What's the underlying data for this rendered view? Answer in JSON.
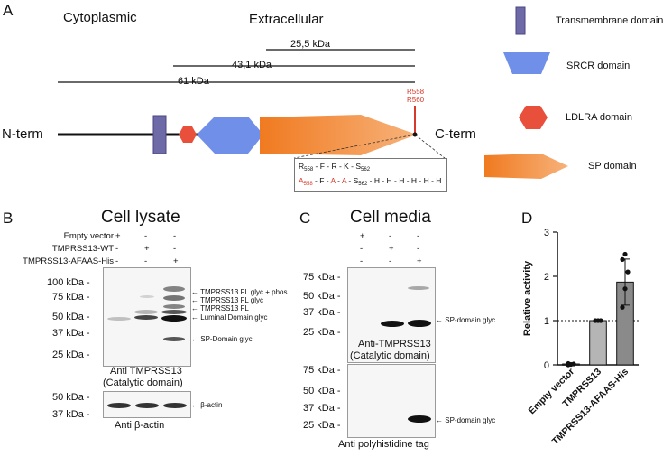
{
  "panelA": {
    "letter": "A",
    "cytoplasmic": "Cytoplasmic",
    "extracellular": "Extracellular",
    "kda_25": "25,5 kDa",
    "kda_43": "43,1 kDa",
    "kda_61": "61 kDa",
    "nterm": "N-term",
    "cterm": "C-term",
    "r558": "R558",
    "r560": "R560",
    "seq_line1": [
      "R",
      "558",
      " - F - R - K - S",
      "562"
    ],
    "seq_line2": [
      "A",
      "558",
      " - F - ",
      "A",
      " - ",
      "A",
      " - S",
      "562",
      " - H - H - H - H - H - H"
    ],
    "legend": {
      "transmembrane": "Transmembrane domain",
      "srcr": "SRCR domain",
      "ldlra": "LDLRA domain",
      "sp": "SP domain"
    },
    "colors": {
      "transmembrane": "#6e6aa8",
      "srcr": "#6f8fe8",
      "ldlra": "#e8503c",
      "sp": "#f0852a",
      "cleavage": "#d63a2a"
    }
  },
  "panelB": {
    "letter": "B",
    "title": "Cell lysate",
    "rows": [
      {
        "label": "Empty vector",
        "marks": [
          "+",
          "-",
          "-"
        ]
      },
      {
        "label": "TMPRSS13-WT",
        "marks": [
          "-",
          "+",
          "-"
        ]
      },
      {
        "label": "TMPRSS13-AFAAS-His",
        "marks": [
          "-",
          "-",
          "+"
        ]
      }
    ],
    "ladder1": [
      "100 kDa -",
      "75 kDa -",
      "50 kDa -",
      "37 kDa -",
      "25 kDa -"
    ],
    "annotations1": [
      "TMPRSS13 FL glyc + phos",
      "TMPRSS13 FL glyc",
      "TMPRSS13 FL",
      "Luminal Domain glyc",
      "SP-Domain glyc"
    ],
    "caption1_a": "Anti TMPRSS13",
    "caption1_b": "(Catalytic domain)",
    "ladder2": [
      "50 kDa -",
      "37 kDa -"
    ],
    "annotation2": "β-actin",
    "caption2": "Anti β-actin"
  },
  "panelC": {
    "letter": "C",
    "title": "Cell media",
    "marks": [
      [
        "+",
        "-",
        "-"
      ],
      [
        "-",
        "+",
        "-"
      ],
      [
        "-",
        "-",
        "+"
      ]
    ],
    "ladder1": [
      "75 kDa -",
      "50 kDa -",
      "37 kDa -",
      "25 kDa -"
    ],
    "annotation1": "SP-domain glyc",
    "caption1_a": "Anti-TMPRSS13",
    "caption1_b": "(Catalytic domain)",
    "ladder2": [
      "75 kDa -",
      "50 kDa -",
      "37 kDa -",
      "25 kDa -"
    ],
    "annotation2": "SP-domain glyc",
    "caption2": "Anti polyhistidine tag"
  },
  "panelD": {
    "letter": "D"
  },
  "chart_data": {
    "type": "bar",
    "categories": [
      "Empty vector",
      "TMPRSS13",
      "TMPRSS13-AFAAS-His"
    ],
    "values": [
      0.02,
      1.0,
      1.87
    ],
    "errors": [
      0.02,
      0.0,
      0.52
    ],
    "points": [
      [
        0.0,
        0.01,
        0.02,
        0.03
      ],
      [
        1.0,
        1.0,
        1.0
      ],
      [
        1.3,
        1.72,
        2.1,
        2.38,
        2.5
      ]
    ],
    "ylabel": "Relative activity",
    "ylim": [
      0,
      3
    ],
    "yticks": [
      "0",
      "1",
      "2",
      "3"
    ],
    "reference_line": 1,
    "bar_colors": [
      "#555555",
      "#b5b5b5",
      "#8a8a8a"
    ]
  }
}
